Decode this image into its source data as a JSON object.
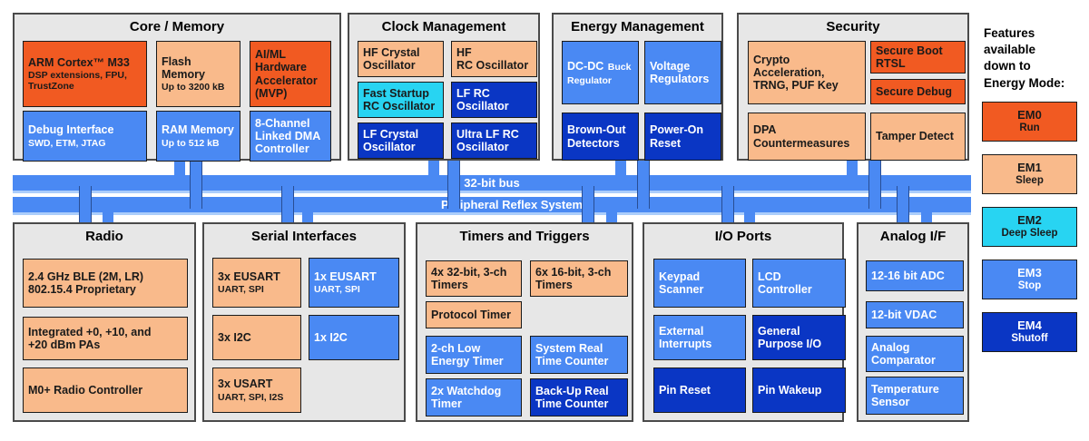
{
  "blocks": {
    "core": {
      "title": "Core / Memory",
      "boxes": {
        "arm": {
          "l1": "ARM Cortex™ M33",
          "l2": "DSP extensions, FPU,\nTrustZone"
        },
        "flash": {
          "l1": "Flash\nMemory",
          "l2": "Up to 3200 kB"
        },
        "aiml": {
          "l1": "AI/ML\nHardware\nAccelerator\n(MVP)"
        },
        "debug": {
          "l1": "Debug Interface",
          "l2": "SWD, ETM, JTAG"
        },
        "ram": {
          "l1": "RAM Memory",
          "l2": "Up to 512 kB"
        },
        "dma": {
          "l1": "8-Channel\nLinked DMA\nController"
        }
      }
    },
    "clock": {
      "title": "Clock Management",
      "boxes": {
        "hfxo": "HF Crystal\nOscillator",
        "hfrco": "HF\nRC Oscillator",
        "fsrco": "Fast Startup\nRC Oscillator",
        "lfrco": "LF RC\nOscillator",
        "lfxo": "LF Crystal\nOscillator",
        "ulfrco": "Ultra LF RC\nOscillator"
      }
    },
    "energy": {
      "title": "Energy Management",
      "boxes": {
        "dcdc": {
          "big": "DC-DC",
          "small": "Buck",
          "line2": "Regulator"
        },
        "voltage": "Voltage\nRegulators",
        "brownout": "Brown-Out\nDetectors",
        "poweron": "Power-On\nReset"
      }
    },
    "security": {
      "title": "Security",
      "boxes": {
        "crypto": "Crypto\nAcceleration,\nTRNG, PUF Key",
        "boot": "Secure Boot\nRTSL",
        "sdebug": "Secure Debug",
        "dpa": "DPA\nCountermeasures",
        "tamper": "Tamper Detect"
      }
    },
    "radio": {
      "title": "Radio",
      "boxes": {
        "ble": "2.4 GHz BLE (2M, LR)\n802.15.4 Proprietary",
        "pa": "Integrated +0,  +10, and\n+20 dBm PAs",
        "m0": "M0+ Radio Controller"
      }
    },
    "serial": {
      "title": "Serial Interfaces",
      "boxes": {
        "eusart3": {
          "l1": "3x EUSART",
          "l2": "UART, SPI"
        },
        "eusart1": {
          "l1": "1x EUSART",
          "l2": "UART, SPI"
        },
        "i2c3": "3x I2C",
        "i2c1": "1x I2C",
        "usart3": {
          "l1": "3x USART",
          "l2": "UART, SPI, I2S"
        }
      }
    },
    "timers": {
      "title": "Timers and Triggers",
      "boxes": {
        "t32": "4x 32-bit, 3-ch\nTimers",
        "t16": "6x 16-bit, 3-ch\nTimers",
        "protocol": "Protocol Timer",
        "letimer": "2-ch Low\nEnergy Timer",
        "srtc": "System Real\nTime Counter",
        "wdog": "2x Watchdog\nTimer",
        "burtc": "Back-Up Real\nTime Counter"
      }
    },
    "io": {
      "title": "I/O Ports",
      "boxes": {
        "keypad": "Keypad\nScanner",
        "lcd": "LCD\nController",
        "extint": "External\nInterrupts",
        "gpio": "General\nPurpose I/O",
        "pinreset": "Pin Reset",
        "pinwakeup": "Pin Wakeup"
      }
    },
    "analog": {
      "title": "Analog I/F",
      "boxes": {
        "adc": "12-16 bit ADC",
        "vdac": "12-bit VDAC",
        "acomp": "Analog\nComparator",
        "temp": "Temperature\nSensor"
      }
    }
  },
  "buses": {
    "bus1": "32-bit bus",
    "bus2": "Peripheral Reflex System"
  },
  "legend": {
    "heading": "Features\navailable\ndown to\nEnergy Mode:",
    "items": [
      {
        "code": "EM0",
        "mode": "Run"
      },
      {
        "code": "EM1",
        "mode": "Sleep"
      },
      {
        "code": "EM2",
        "mode": "Deep Sleep"
      },
      {
        "code": "EM3",
        "mode": "Stop"
      },
      {
        "code": "EM4",
        "mode": "Shutoff"
      }
    ]
  },
  "colors": {
    "dark_orange": "#F15A22",
    "light_orange": "#F9BA8B",
    "medium_blue": "#4A89F3",
    "dark_blue": "#0A36C4",
    "cyan": "#28D4F2",
    "bus_blue": "#4A89F3",
    "block_gray": "#E7E7E7"
  }
}
